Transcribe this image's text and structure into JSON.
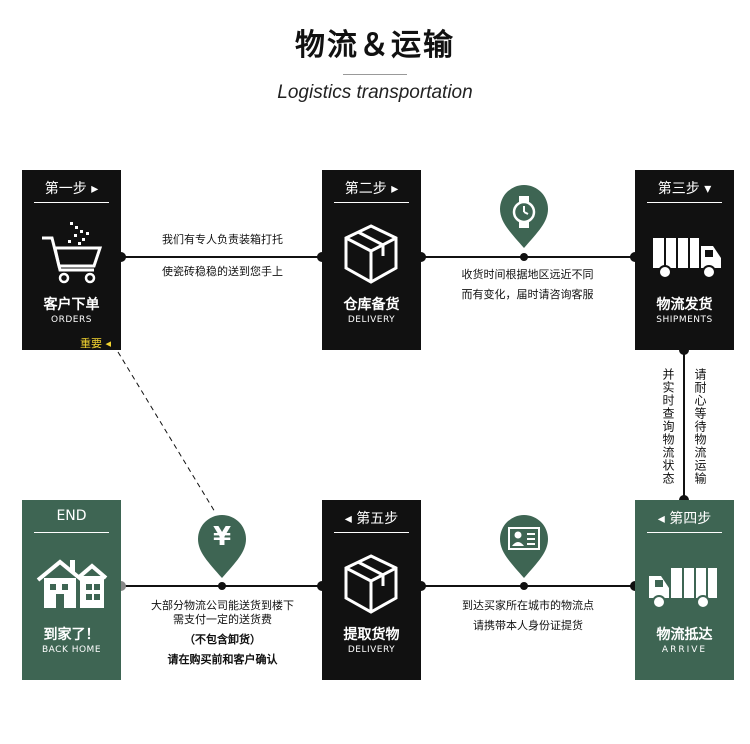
{
  "header": {
    "title": "物流＆运输",
    "subtitle": "Logistics transportation"
  },
  "steps": {
    "s1": {
      "step": "第一步 ▸",
      "label": "客户下单",
      "sub": "ORDERS",
      "badge": "重要 ◂"
    },
    "s2": {
      "step": "第二步 ▸",
      "label": "仓库备货",
      "sub": "DELIVERY"
    },
    "s3": {
      "step": "第三步 ▾",
      "label": "物流发货",
      "sub": "SHIPMENTS"
    },
    "s4": {
      "step": "◂ 第四步",
      "label": "物流抵达",
      "sub": "ARRIVE"
    },
    "s5": {
      "step": "◂ 第五步",
      "label": "提取货物",
      "sub": "DELIVERY"
    },
    "end": {
      "step": "END",
      "label": "到家了！",
      "sub": "BACK HOME"
    }
  },
  "notes": {
    "n1_line1": "我们有专人负责装箱打托",
    "n1_line2": "使瓷砖稳稳的送到您手上",
    "n2_line1": "收货时间根据地区远近不同",
    "n2_line2": "而有变化，届时请咨询客服",
    "v_left": "并实时查询物流状态",
    "v_right": "请耐心等待物流运输",
    "n3_line1": "到达买家所在城市的物流点",
    "n3_line2": "请携带本人身份证提货",
    "n4_line1": "大部分物流公司能送货到楼下",
    "n4_line2": "需支付一定的送货费",
    "n4_line3": "（不包含卸货）",
    "n4_line4": "请在购买前和客户确认"
  },
  "pins": {
    "yen": "¥"
  },
  "colors": {
    "black": "#111111",
    "green": "#3e6553",
    "badge": "#f2d330"
  },
  "icons": [
    "shopping-cart-icon",
    "package-box-icon",
    "watch-icon",
    "delivery-truck-icon",
    "id-card-icon",
    "yen-icon",
    "house-icon"
  ]
}
